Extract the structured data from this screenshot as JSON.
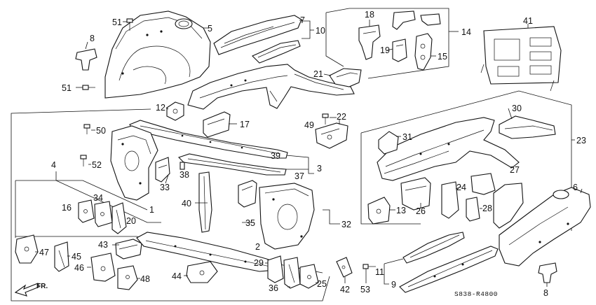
{
  "diagram": {
    "code": "S838-R4800",
    "direction_label": "FR.",
    "callouts": {
      "c51a": "51",
      "c5": "5",
      "c7": "7",
      "c10": "10",
      "c8a": "8",
      "c51b": "51",
      "c18": "18",
      "c19": "19",
      "c15": "15",
      "c14": "14",
      "c21": "21",
      "c41": "41",
      "c12": "12",
      "c17": "17",
      "c22": "22",
      "c49": "49",
      "c50": "50",
      "c30": "30",
      "c31": "31",
      "c23": "23",
      "c4": "4",
      "c52": "52",
      "c39": "39",
      "c37": "37",
      "c3": "3",
      "c38": "38",
      "c33": "33",
      "c34": "34",
      "c16": "16",
      "c1": "1",
      "c20": "20",
      "c40": "40",
      "c27": "27",
      "c24": "24",
      "c6": "6",
      "c13": "13",
      "c26": "26",
      "c28": "28",
      "c35": "35",
      "c32": "32",
      "c2": "2",
      "c43": "43",
      "c47": "47",
      "c45": "45",
      "c46": "46",
      "c48": "48",
      "c44": "44",
      "c29": "29",
      "c36": "36",
      "c25": "25",
      "c42": "42",
      "c53": "53",
      "c11": "11",
      "c9": "9",
      "c8b": "8"
    }
  }
}
